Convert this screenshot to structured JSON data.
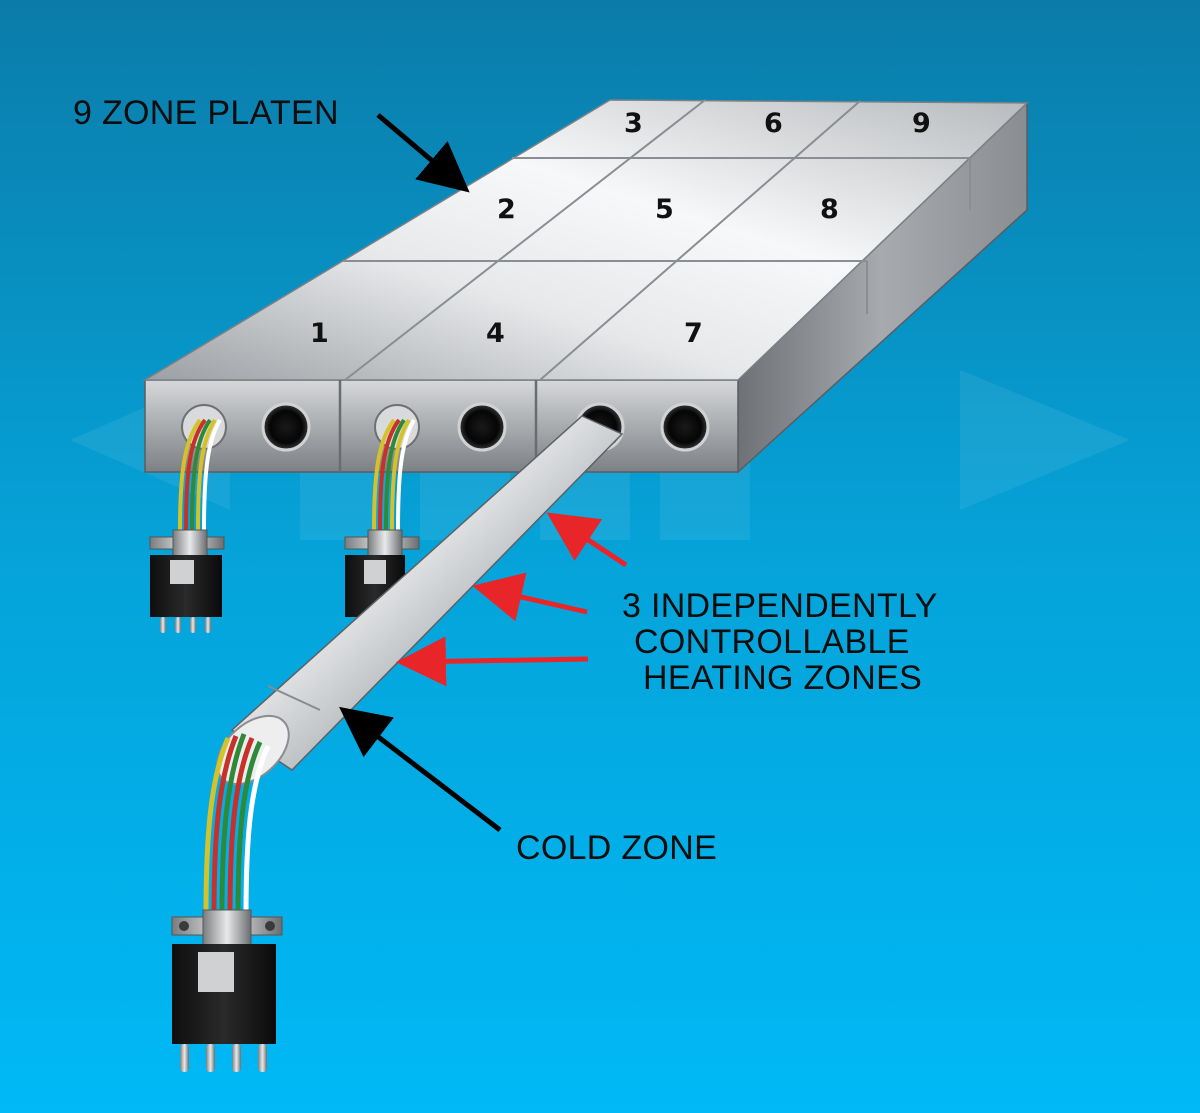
{
  "labels": {
    "platen": "9 ZONE PLATEN",
    "heating_line1": "3 INDEPENDENTLY",
    "heating_line2": "CONTROLLABLE",
    "heating_line3": "HEATING ZONES",
    "cold_zone": "COLD ZONE"
  },
  "zones": [
    "1",
    "2",
    "3",
    "4",
    "5",
    "6",
    "7",
    "8",
    "9"
  ],
  "colors": {
    "background_top": "#0a7fae",
    "background_bottom": "#00b8f5",
    "callout_arrow": "#000000",
    "heating_arrow": "#e8262a",
    "wire_colors": [
      "#d4c22a",
      "#c8302a",
      "#2e8a3a",
      "#ffffff"
    ]
  }
}
